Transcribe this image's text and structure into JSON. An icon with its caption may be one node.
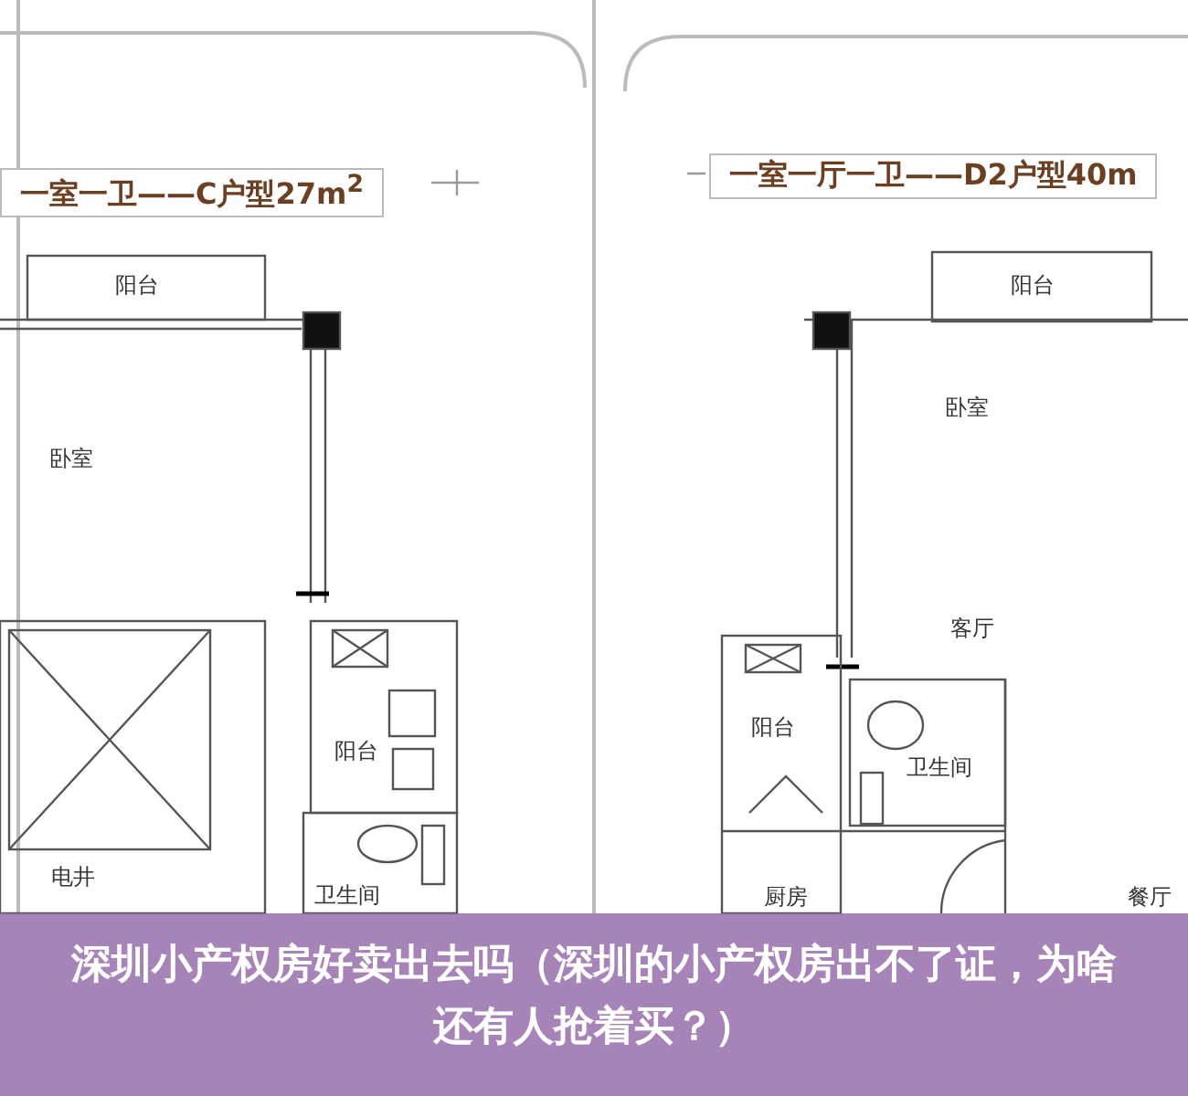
{
  "diagram": {
    "title": "深圳小产权房好卖出去吗（深圳的小产权房出不了证，为啥还有人抢着买？）",
    "labels": [
      "一室一卫——C户型27m$^{2}$",
      "一室一厅一卫——D2户型40m",
      "阳台",
      "阳台",
      "卧室",
      "卧室",
      "客厅",
      "阳台",
      "阳台",
      "卫生间",
      "卫生间",
      "电井",
      "厨房",
      "餐厅"
    ]
  }
}
